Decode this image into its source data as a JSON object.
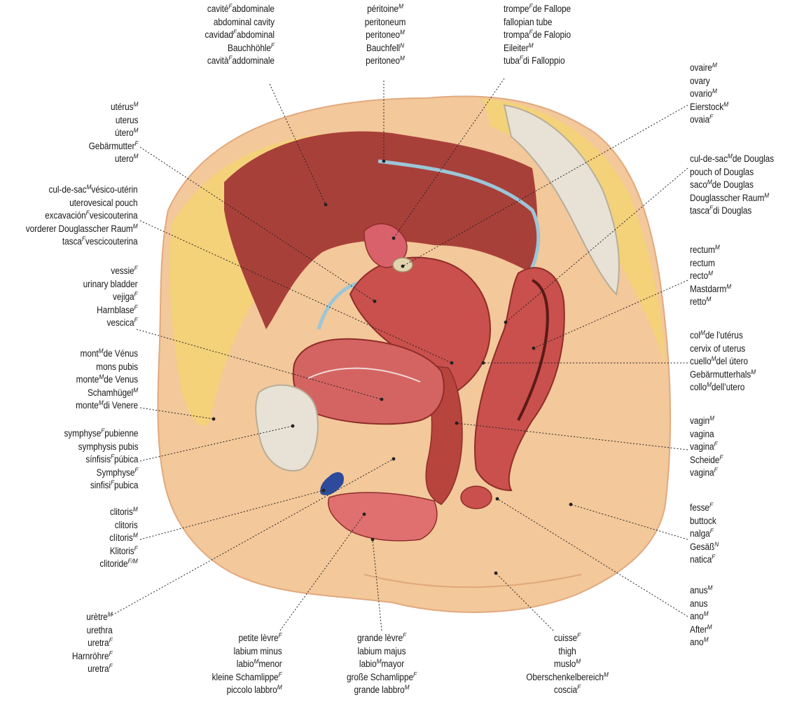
{
  "labels": [
    {
      "id": "abdominal-cavity",
      "entries": [
        [
          "cavité",
          "F",
          "abdominale"
        ],
        [
          "abdominal cavity"
        ],
        [
          "cavidad",
          "F",
          "abdominal"
        ],
        [
          "Bauchhöhle",
          "F",
          ""
        ],
        [
          "cavità",
          "F",
          "addominale"
        ]
      ]
    },
    {
      "id": "peritoneum",
      "entries": [
        [
          "péritoine",
          "M",
          ""
        ],
        [
          "peritoneum"
        ],
        [
          "peritoneo",
          "M",
          ""
        ],
        [
          "Bauchfell",
          "N",
          ""
        ],
        [
          "peritoneo",
          "M",
          ""
        ]
      ]
    },
    {
      "id": "fallopian-tube",
      "entries": [
        [
          "trompe",
          "F",
          "de Fallope"
        ],
        [
          "fallopian tube"
        ],
        [
          "trompa",
          "F",
          "de Falopio"
        ],
        [
          "Eileiter",
          "M",
          ""
        ],
        [
          "tuba",
          "F",
          "di Falloppio"
        ]
      ]
    },
    {
      "id": "ovary",
      "entries": [
        [
          "ovaire",
          "M",
          ""
        ],
        [
          "ovary"
        ],
        [
          "ovario",
          "M",
          ""
        ],
        [
          "Eierstock",
          "M",
          ""
        ],
        [
          "ovaia",
          "F",
          ""
        ]
      ]
    },
    {
      "id": "uterus",
      "entries": [
        [
          "utérus",
          "M",
          ""
        ],
        [
          "uterus"
        ],
        [
          "útero",
          "M",
          ""
        ],
        [
          "Gebärmutter",
          "F",
          ""
        ],
        [
          "utero",
          "M",
          ""
        ]
      ]
    },
    {
      "id": "uterovesical-pouch",
      "entries": [
        [
          "cul-de-sac",
          "M",
          "vésico-utérin"
        ],
        [
          "uterovesical pouch"
        ],
        [
          "excavación",
          "F",
          "vesicouterina"
        ],
        [
          "vorderer Douglasscher Raum",
          "M",
          ""
        ],
        [
          "tasca",
          "F",
          "vescicouterina"
        ]
      ]
    },
    {
      "id": "pouch-of-douglas",
      "entries": [
        [
          "cul-de-sac",
          "M",
          "de Douglas"
        ],
        [
          "pouch of Douglas"
        ],
        [
          "saco",
          "M",
          "de Douglas"
        ],
        [
          "Douglasscher Raum",
          "M",
          ""
        ],
        [
          "tasca",
          "F",
          "di Douglas"
        ]
      ]
    },
    {
      "id": "rectum",
      "entries": [
        [
          "rectum",
          "M",
          ""
        ],
        [
          "rectum"
        ],
        [
          "recto",
          "M",
          ""
        ],
        [
          "Mastdarm",
          "M",
          ""
        ],
        [
          "retto",
          "M",
          ""
        ]
      ]
    },
    {
      "id": "urinary-bladder",
      "entries": [
        [
          "vessie",
          "F",
          ""
        ],
        [
          "urinary bladder"
        ],
        [
          "vejiga",
          "F",
          ""
        ],
        [
          "Harnblase",
          "F",
          ""
        ],
        [
          "vescica",
          "F",
          ""
        ]
      ]
    },
    {
      "id": "cervix",
      "entries": [
        [
          "col",
          "M",
          "de l’utérus"
        ],
        [
          "cervix of uterus"
        ],
        [
          "cuello",
          "M",
          "del útero"
        ],
        [
          "Gebärmutterhals",
          "M",
          ""
        ],
        [
          "collo",
          "M",
          "dell’utero"
        ]
      ]
    },
    {
      "id": "mons-pubis",
      "entries": [
        [
          "mont",
          "M",
          "de Vénus"
        ],
        [
          "mons pubis"
        ],
        [
          "monte",
          "M",
          "de Venus"
        ],
        [
          "Schamhügel",
          "M",
          ""
        ],
        [
          "monte",
          "M",
          "di Venere"
        ]
      ]
    },
    {
      "id": "symphysis-pubis",
      "entries": [
        [
          "symphyse",
          "F",
          "pubienne"
        ],
        [
          "symphysis pubis"
        ],
        [
          "sínfisis",
          "F",
          "púbica"
        ],
        [
          "Symphyse",
          "F",
          ""
        ],
        [
          "sinfisi",
          "F",
          "pubica"
        ]
      ]
    },
    {
      "id": "vagina",
      "entries": [
        [
          "vagin",
          "M",
          ""
        ],
        [
          "vagina"
        ],
        [
          "vagina",
          "F",
          ""
        ],
        [
          "Scheide",
          "F",
          ""
        ],
        [
          "vagina",
          "F",
          ""
        ]
      ]
    },
    {
      "id": "clitoris",
      "entries": [
        [
          "clitoris",
          "M",
          ""
        ],
        [
          "clitoris"
        ],
        [
          "clítoris",
          "M",
          ""
        ],
        [
          "Klitoris",
          "F",
          ""
        ],
        [
          "clitoride",
          "F/M",
          ""
        ]
      ]
    },
    {
      "id": "buttock",
      "entries": [
        [
          "fesse",
          "F",
          ""
        ],
        [
          "buttock"
        ],
        [
          "nalga",
          "F",
          ""
        ],
        [
          "Gesäß",
          "N",
          ""
        ],
        [
          "natica",
          "F",
          ""
        ]
      ]
    },
    {
      "id": "anus",
      "entries": [
        [
          "anus",
          "M",
          ""
        ],
        [
          "anus"
        ],
        [
          "ano",
          "M",
          ""
        ],
        [
          "After",
          "M",
          ""
        ],
        [
          "ano",
          "M",
          ""
        ]
      ]
    },
    {
      "id": "urethra",
      "entries": [
        [
          "urètre",
          "M",
          ""
        ],
        [
          "urethra"
        ],
        [
          "uretra",
          "F",
          ""
        ],
        [
          "Harnröhre",
          "F",
          ""
        ],
        [
          "uretra",
          "F",
          ""
        ]
      ]
    },
    {
      "id": "labium-minus",
      "entries": [
        [
          "petite lèvre",
          "F",
          ""
        ],
        [
          "labium minus"
        ],
        [
          "labio",
          "M",
          "menor"
        ],
        [
          "kleine Schamlippe",
          "F",
          ""
        ],
        [
          "piccolo labbro",
          "M",
          ""
        ]
      ]
    },
    {
      "id": "labium-majus",
      "entries": [
        [
          "grande lèvre",
          "F",
          ""
        ],
        [
          "labium majus"
        ],
        [
          "labio",
          "M",
          "mayor"
        ],
        [
          "große Schamlippe",
          "F",
          ""
        ],
        [
          "grande labbro",
          "M",
          ""
        ]
      ]
    },
    {
      "id": "thigh",
      "entries": [
        [
          "cuisse",
          "F",
          ""
        ],
        [
          "thigh"
        ],
        [
          "muslo",
          "M",
          ""
        ],
        [
          "Oberschenkelbereich",
          "M",
          ""
        ],
        [
          "coscia",
          "F",
          ""
        ]
      ]
    }
  ],
  "colors": {
    "skin": "#f3c89a",
    "fat": "#f4d27a",
    "cavity": "#a8403a",
    "muscle": "#c9504c",
    "peritoneum": "#9cc6d8",
    "bone": "#e8e2d6"
  }
}
